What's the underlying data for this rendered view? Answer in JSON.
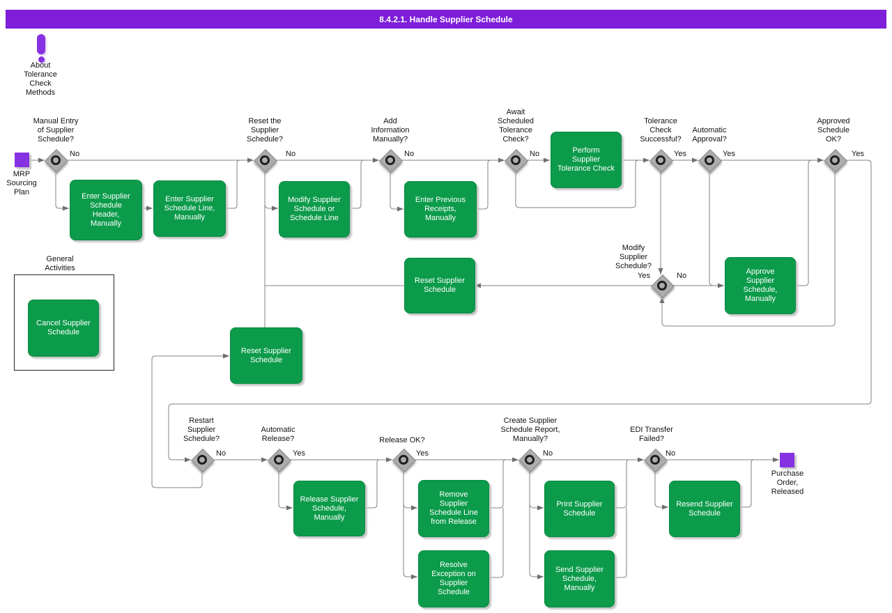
{
  "title": "8.4.2.1. Handle Supplier Schedule",
  "about_note": "About\nTolerance\nCheck\nMethods",
  "start": {
    "label": "MRP\nSourcing\nPlan"
  },
  "end": {
    "label": "Purchase\nOrder,\nReleased"
  },
  "group": {
    "label": "General\nActivities"
  },
  "decisions": {
    "manual_entry": {
      "label": "Manual Entry\nof Supplier\nSchedule?",
      "branch": "No"
    },
    "reset_schedule": {
      "label": "Reset the\nSupplier\nSchedule?",
      "branch": "No"
    },
    "add_info": {
      "label": "Add\nInformation\nManually?",
      "branch": "No"
    },
    "await_tolerance": {
      "label": "Await\nScheduled\nTolerance\nCheck?",
      "branch": "No"
    },
    "tolerance_ok": {
      "label": "Tolerance\nCheck\nSuccessful?",
      "branch": "Yes"
    },
    "auto_approval": {
      "label": "Automatic\nApproval?",
      "branch": "Yes"
    },
    "approved_ok": {
      "label": "Approved\nSchedule\nOK?",
      "branch": "Yes"
    },
    "modify_schedule": {
      "label": "Modify\nSupplier\nSchedule?",
      "branch_yes": "Yes",
      "branch_no": "No"
    },
    "restart": {
      "label": "Restart\nSupplier\nSchedule?",
      "branch": "No"
    },
    "auto_release": {
      "label": "Automatic\nRelease?",
      "branch": "Yes"
    },
    "release_ok": {
      "label": "Release OK?",
      "branch": "Yes"
    },
    "create_report": {
      "label": "Create Supplier\nSchedule Report,\nManually?",
      "branch": "No"
    },
    "edi_failed": {
      "label": "EDI Transfer\nFailed?",
      "branch": "No"
    }
  },
  "activities": {
    "enter_header": "Enter Supplier\nSchedule\nHeader,\nManually",
    "enter_line": "Enter Supplier\nSchedule Line,\nManually",
    "modify": "Modify Supplier\nSchedule or\nSchedule Line",
    "enter_receipts": "Enter Previous\nReceipts,\nManually",
    "perform_check": "Perform\nSupplier\nTolerance Check",
    "reset_mid": "Reset Supplier\nSchedule",
    "approve": "Approve\nSupplier\nSchedule,\nManually",
    "reset_low": "Reset Supplier\nSchedule",
    "cancel": "Cancel Supplier\nSchedule",
    "release": "Release Supplier\nSchedule,\nManually",
    "remove": "Remove\nSupplier\nSchedule Line\nfrom Release",
    "resolve": "Resolve\nException on\nSupplier\nSchedule",
    "print": "Print Supplier\nSchedule",
    "send": "Send Supplier\nSchedule,\nManually",
    "resend": "Resend Supplier\nSchedule"
  },
  "colors": {
    "purple": "#7E1ED9",
    "purple2": "#8732E2",
    "green": "#0C9B4B",
    "green-border": "#0A8A42",
    "line": "#828282",
    "shadow": "#C6C6C6",
    "diamond": "#ACACAC"
  }
}
